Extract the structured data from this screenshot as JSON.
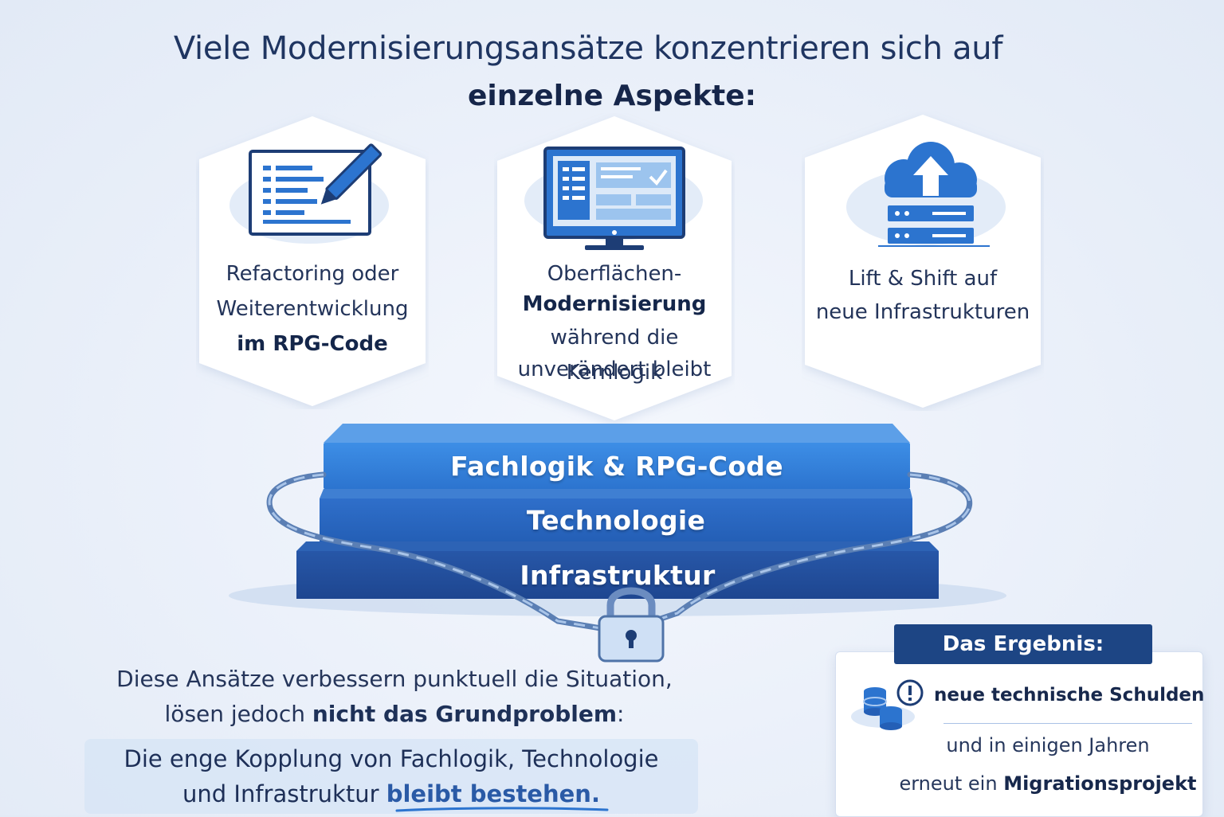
{
  "headline": {
    "line1": "Viele Modernisierungsansätze konzentrieren sich auf",
    "line2": "einzelne Aspekte:"
  },
  "approaches": [
    {
      "icon": "code-edit-icon",
      "line1": "Refactoring oder",
      "line2": "Weiterentwicklung",
      "line3_bold": "im RPG-Code"
    },
    {
      "icon": "monitor-ui-icon",
      "line1": "Oberflächen-",
      "line2_bold": "Modernisierung",
      "line3": "während die Kernlogik",
      "line4": "unverändert bleibt"
    },
    {
      "icon": "cloud-server-icon",
      "line1": "Lift & Shift auf",
      "line2": "neue Infrastrukturen"
    }
  ],
  "stack": {
    "layer1": "Fachlogik & RPG-Code",
    "layer2": "Technologie",
    "layer3": "Infrastruktur"
  },
  "conclusion": {
    "line1": "Diese Ansätze verbessern punktuell die Situation,",
    "line2_pre": "lösen jedoch ",
    "line2_bold": "nicht das Grundproblem",
    "line2_post": ":",
    "callout_line1": "Die enge Kopplung von Fachlogik, Technologie",
    "callout_line2_pre": "und Infrastruktur ",
    "callout_line2_bold": "bleibt bestehen."
  },
  "result": {
    "header": "Das Ergebnis:",
    "item1": "neue technische Schulden",
    "item2": "und in einigen Jahren",
    "item3_pre": "erneut ein ",
    "item3_bold": "Migrationsprojekt"
  },
  "colors": {
    "primary_blue": "#2c74cf",
    "dark_blue": "#1d4584",
    "text_dark": "#1c2f55"
  }
}
